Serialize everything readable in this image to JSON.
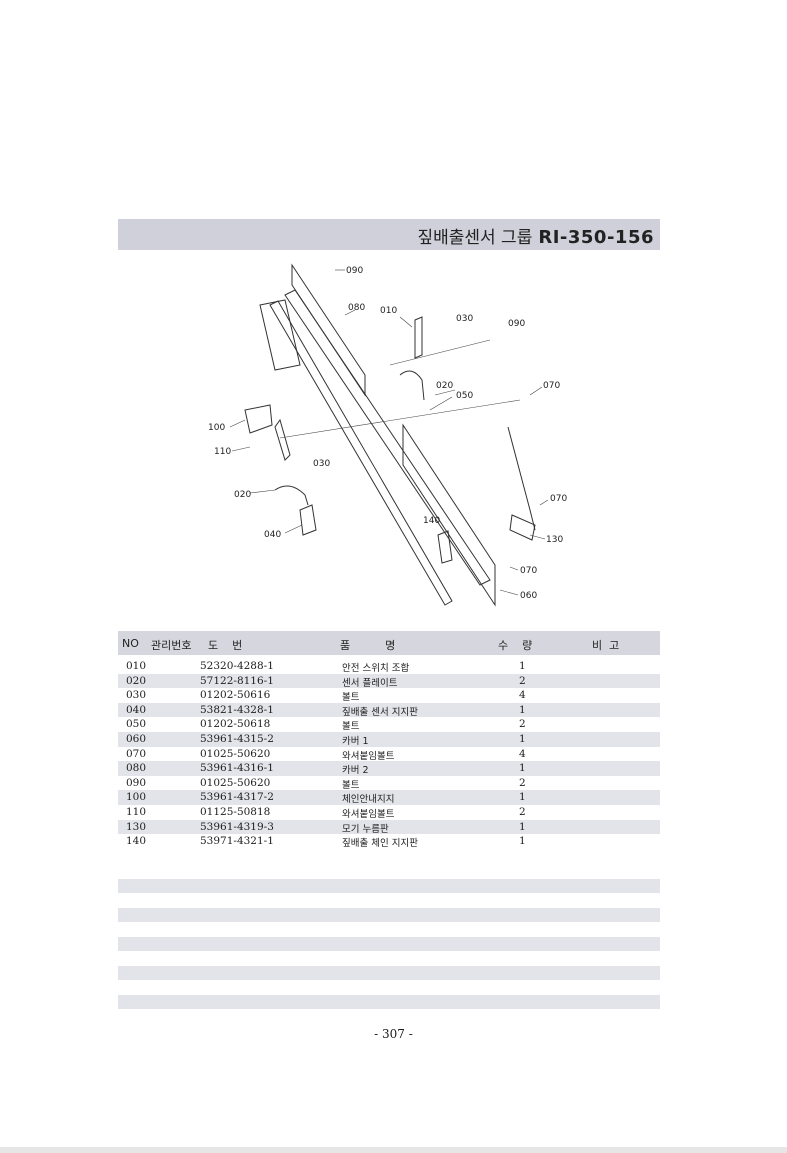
{
  "header": {
    "group_title": "짚배출센서 그룹",
    "model_code": "RI-350-156"
  },
  "diagram": {
    "callouts": [
      "090",
      "080",
      "010",
      "030",
      "090",
      "020",
      "050",
      "070",
      "100",
      "110",
      "030",
      "020",
      "040",
      "140",
      "070",
      "130",
      "070",
      "060"
    ]
  },
  "table": {
    "columns": {
      "no": "NO",
      "mgmt": "관리번호",
      "drawing": "도    번",
      "name": "품          명",
      "qty": "수    량",
      "remark": "비  고"
    },
    "rows": [
      {
        "no": "010",
        "part": "52320-4288-1",
        "name": "안전 스위치 조합",
        "qty": "1"
      },
      {
        "no": "020",
        "part": "57122-8116-1",
        "name": "센서 플레이트",
        "qty": "2"
      },
      {
        "no": "030",
        "part": "01202-50616",
        "name": "볼트",
        "qty": "4"
      },
      {
        "no": "040",
        "part": "53821-4328-1",
        "name": "짚배출 센서 지지판",
        "qty": "1"
      },
      {
        "no": "050",
        "part": "01202-50618",
        "name": "볼트",
        "qty": "2"
      },
      {
        "no": "060",
        "part": "53961-4315-2",
        "name": "카버 1",
        "qty": "1"
      },
      {
        "no": "070",
        "part": "01025-50620",
        "name": "와셔붙임볼트",
        "qty": "4"
      },
      {
        "no": "080",
        "part": "53961-4316-1",
        "name": "카버 2",
        "qty": "1"
      },
      {
        "no": "090",
        "part": "01025-50620",
        "name": "볼트",
        "qty": "2"
      },
      {
        "no": "100",
        "part": "53961-4317-2",
        "name": "체인안내지지",
        "qty": "1"
      },
      {
        "no": "110",
        "part": "01125-50818",
        "name": "와셔붙임볼트",
        "qty": "2"
      },
      {
        "no": "130",
        "part": "53961-4319-3",
        "name": "모기 누름판",
        "qty": "1"
      },
      {
        "no": "140",
        "part": "53971-4321-1",
        "name": "짚배출 체인 지지판",
        "qty": "1"
      }
    ]
  },
  "footer": {
    "page_number": "- 307 -"
  },
  "colors": {
    "title_bar": "#cfd0d9",
    "table_header": "#d6d7de",
    "row_shade": "#e3e4ea"
  }
}
